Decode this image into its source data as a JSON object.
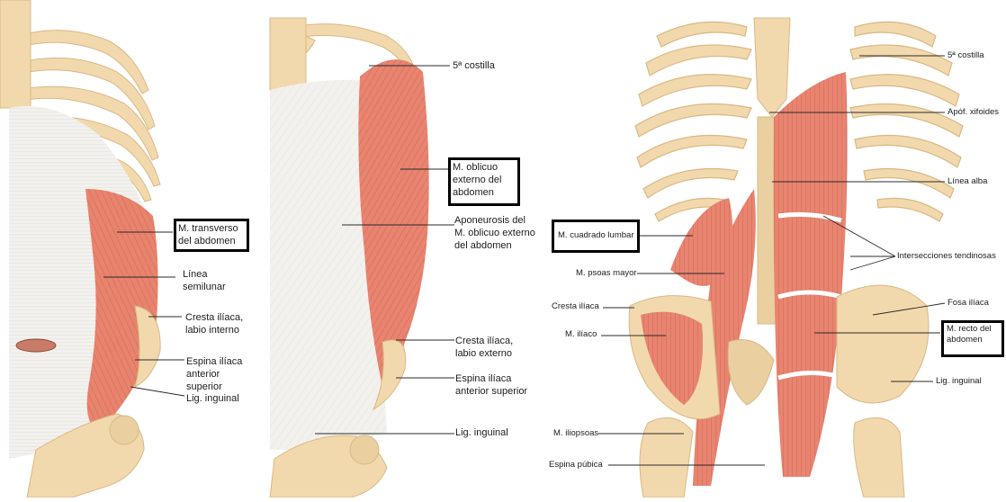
{
  "panels": [
    {
      "labels": {
        "transverso": "M. transverso del abdomen",
        "linea_semilunar": "Línea semilunar",
        "cresta_iliaca": "Cresta ilíaca, labio interno",
        "espina": "Espina ilíaca anterior superior",
        "lig_inguinal": "Lig. inguinal"
      }
    },
    {
      "labels": {
        "costilla5": "5ª costilla",
        "oblicuo_externo": "M. oblicuo externo del abdomen",
        "aponeurosis": "Aponeurosis del M. oblicuo externo del abdomen",
        "cresta_iliaca": "Cresta ilíaca, labio externo",
        "espina": "Espina ilíaca anterior superior",
        "lig_inguinal": "Lig. inguinal"
      }
    },
    {
      "labels": {
        "costilla5": "5ª costilla",
        "apof_xifoides": "Apóf. xifoides",
        "linea_alba": "Línea alba",
        "cuadrado_lumbar": "M. cuadrado lumbar",
        "intersecciones": "Intersecciones tendinosas",
        "psoas_mayor": "M. psoas mayor",
        "cresta_iliaca": "Cresta ilíaca",
        "fosa_iliaca": "Fosa ilíaca",
        "iliaco": "M. ilíaco",
        "recto_abdomen": "M. recto del abdomen",
        "lig_inguinal": "Lig. inguinal",
        "iliopsoas": "M. iliopsoas",
        "espina_pubica": "Espina púbica"
      }
    }
  ],
  "colors": {
    "bone": "#f2d9ad",
    "bone_dark": "#d9b783",
    "muscle": "#e98570",
    "muscle_light": "#f2a898",
    "fascia": "#f4f2ef",
    "highlight_box": "#000000"
  }
}
